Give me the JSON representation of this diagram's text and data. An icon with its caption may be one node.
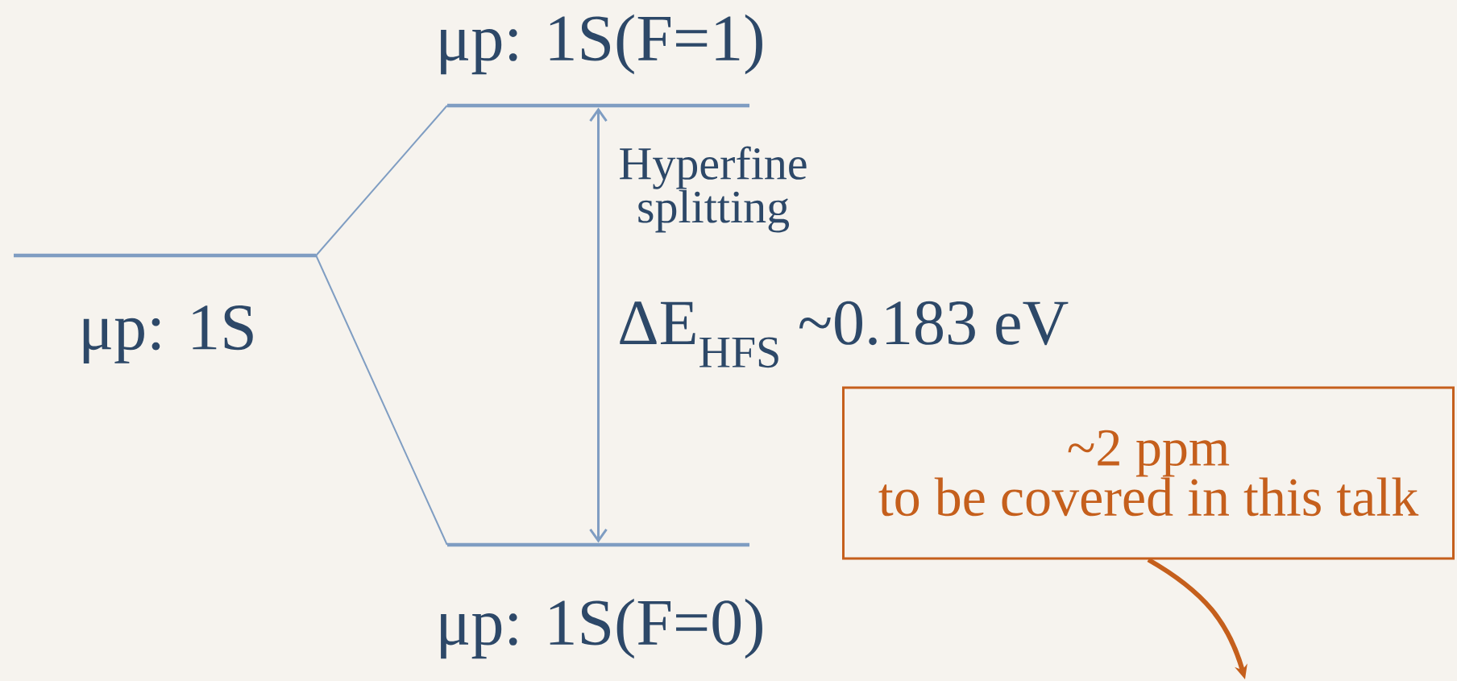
{
  "diagram": {
    "nodes": [
      {
        "text": [],
        "shape": "bar",
        "beside": [
          "μp: 1S"
        ]
      },
      {
        "text": [],
        "shape": "bar",
        "beside": [
          "μp: 1S(F=1)"
        ]
      },
      {
        "text": [],
        "shape": "bar",
        "beside": [
          "μp: 1S(F=0)"
        ]
      },
      {
        "text": [
          "~2 ppm",
          "to be covered in this talk"
        ]
      }
    ],
    "edges": [
      {
        "from": 0,
        "to": 1,
        "arrow": "none"
      },
      {
        "from": 0,
        "to": 2,
        "arrow": "none"
      },
      {
        "from": 2,
        "to": 1,
        "arrow": "both"
      },
      {
        "from": 3,
        "to": null,
        "arrow": "to",
        "style": "thick",
        "color": "#c55f1c"
      }
    ],
    "labels": [
      "Hyperfine splitting",
      "ΔE$_{HFS}$ ~0.183 eV"
    ]
  }
}
